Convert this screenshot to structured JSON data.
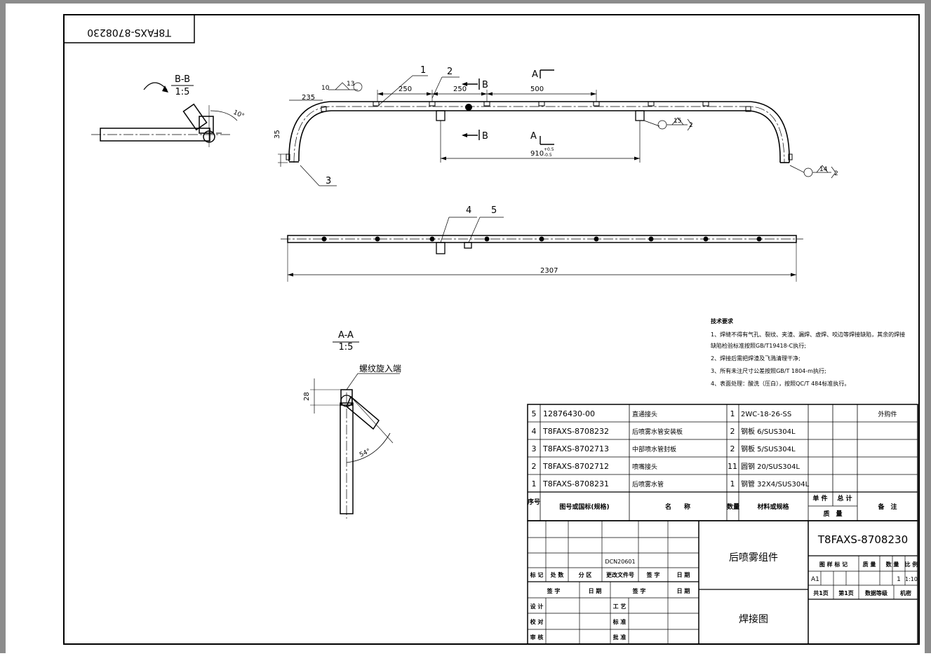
{
  "viewer": {
    "scrollbar": "vertical",
    "page_background": "#ffffff",
    "frame_color": "#7f7f7f"
  },
  "drawing": {
    "corner_stamp": "T8FAXS-8708230",
    "views": {
      "bb_label": "B-B",
      "bb_scale": "1:5",
      "bb_angle": "10°",
      "aa_label": "A-A",
      "aa_scale": "1:5",
      "aa_angle": "54°",
      "aa_dim": "28",
      "aa_note": "螺纹旋入端",
      "section_a": "A",
      "section_b": "B"
    },
    "dims": {
      "d235": "235",
      "d250a": "250",
      "d250b": "250",
      "d500": "500",
      "d35": "35",
      "d910": "910",
      "d910_tol_upper": "+0.5",
      "d910_tol_lower": "-0.5",
      "d2307": "2307",
      "w10": "10",
      "w13": "13",
      "w15": "15",
      "w2a": "2",
      "w14": "14",
      "w2b": "2"
    },
    "balloons": {
      "b1": "1",
      "b2": "2",
      "b3": "3",
      "b4": "4",
      "b5": "5"
    }
  },
  "notes": {
    "title": "技术要求",
    "lines": [
      "1、焊缝不得有气孔、裂纹、夹渣、漏焊、虚焊、咬边等焊接缺陷，其余的焊接",
      "缺陷检验标准按照GB/T19418-C执行;",
      "2、焊接后需把焊渣及飞溅清理干净;",
      "3、所有未注尺寸公差按照GB/T 1804-m执行;",
      "4、表面处理：酸洗（压白），按照QC/T 484标准执行。"
    ]
  },
  "bom": {
    "rows": [
      {
        "no": "5",
        "code": "12876430-00",
        "name": "直通接头",
        "qty": "1",
        "material": "2WC-18-26-SS",
        "remark": "外购件"
      },
      {
        "no": "4",
        "code": "T8FAXS-8708232",
        "name": "后喷雾水管安装板",
        "qty": "2",
        "material": "钢板 6/SUS304L",
        "remark": ""
      },
      {
        "no": "3",
        "code": "T8FAXS-8702713",
        "name": "中部喷水管封板",
        "qty": "2",
        "material": "钢板 5/SUS304L",
        "remark": ""
      },
      {
        "no": "2",
        "code": "T8FAXS-8702712",
        "name": "喷嘴接头",
        "qty": "11",
        "material": "圆钢 20/SUS304L",
        "remark": ""
      },
      {
        "no": "1",
        "code": "T8FAXS-8708231",
        "name": "后喷雾水管",
        "qty": "1",
        "material": "钢管 32X4/SUS304L",
        "remark": ""
      }
    ],
    "header": {
      "no": "序号",
      "code": "图号或国标(规格)",
      "name": "名　　称",
      "qty": "数量",
      "material": "材料或规格",
      "unit_mass": "单 件",
      "total_mass": "总 计",
      "mass": "质　量",
      "remark": "备　注"
    }
  },
  "title_block": {
    "drawing_no": "T8FAXS-8708230",
    "part_name": "后喷雾组件",
    "drawing_type": "焊接图",
    "change_doc": "DCN20601",
    "rev_headers": [
      "标 记",
      "处 数",
      "分 区",
      "更改文件号",
      "签 字",
      "日 期"
    ],
    "sign_headers": [
      "签 字",
      "日 期",
      "签 字",
      "日 期"
    ],
    "roles_left": [
      "设 计",
      "校 对",
      "审 核"
    ],
    "roles_right": [
      "工 艺",
      "标 准",
      "批 准"
    ],
    "attr_headers": [
      "图 样 标 记",
      "质 量",
      "数 量",
      "比 例"
    ],
    "sheet_size": "A1",
    "quantity": "1",
    "scale": "1:10",
    "sheets_total": "共1页",
    "sheet_no": "第1页",
    "data_level": "数据等级",
    "classification": "机密"
  }
}
